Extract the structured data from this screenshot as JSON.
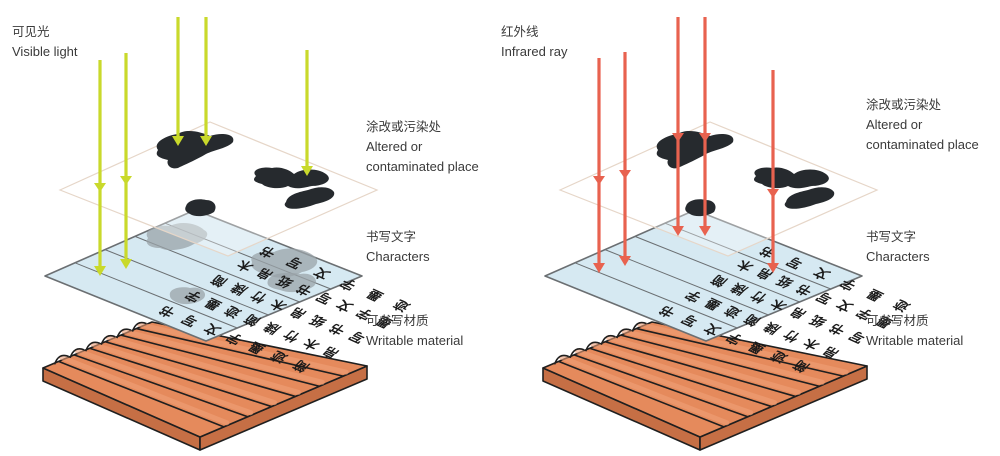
{
  "panels": [
    {
      "id": "visible",
      "light": {
        "zh": "可见光",
        "en": "Visible light",
        "color": "#c9d92b"
      },
      "contamination": {
        "zh": "涂改或污染处",
        "en_line1": "Altered or",
        "en_line2": "contaminated place"
      },
      "characters": {
        "zh": "书写文字",
        "en": "Characters"
      },
      "material": {
        "zh": "可书写材质",
        "en": "Writable material"
      },
      "stains_visible_through_sheet": true
    },
    {
      "id": "infrared",
      "light": {
        "zh": "红外线",
        "en": "Infrared ray",
        "color": "#e8624f"
      },
      "contamination": {
        "zh": "涂改或污染处",
        "en_line1": "Altered or",
        "en_line2": "contaminated place"
      },
      "characters": {
        "zh": "书写文字",
        "en": "Characters"
      },
      "material": {
        "zh": "可书写材质",
        "en": "Writable material"
      },
      "stains_visible_through_sheet": false
    }
  ],
  "colors": {
    "stain": "#262a2e",
    "sheet": "#d6e9f2",
    "sheet_shadow": "#9aa3a8",
    "material_top": "#e58a5c",
    "material_side": "#c66f45",
    "plane_outline": "#e6d6c8",
    "ink": "#1f1f1f"
  }
}
